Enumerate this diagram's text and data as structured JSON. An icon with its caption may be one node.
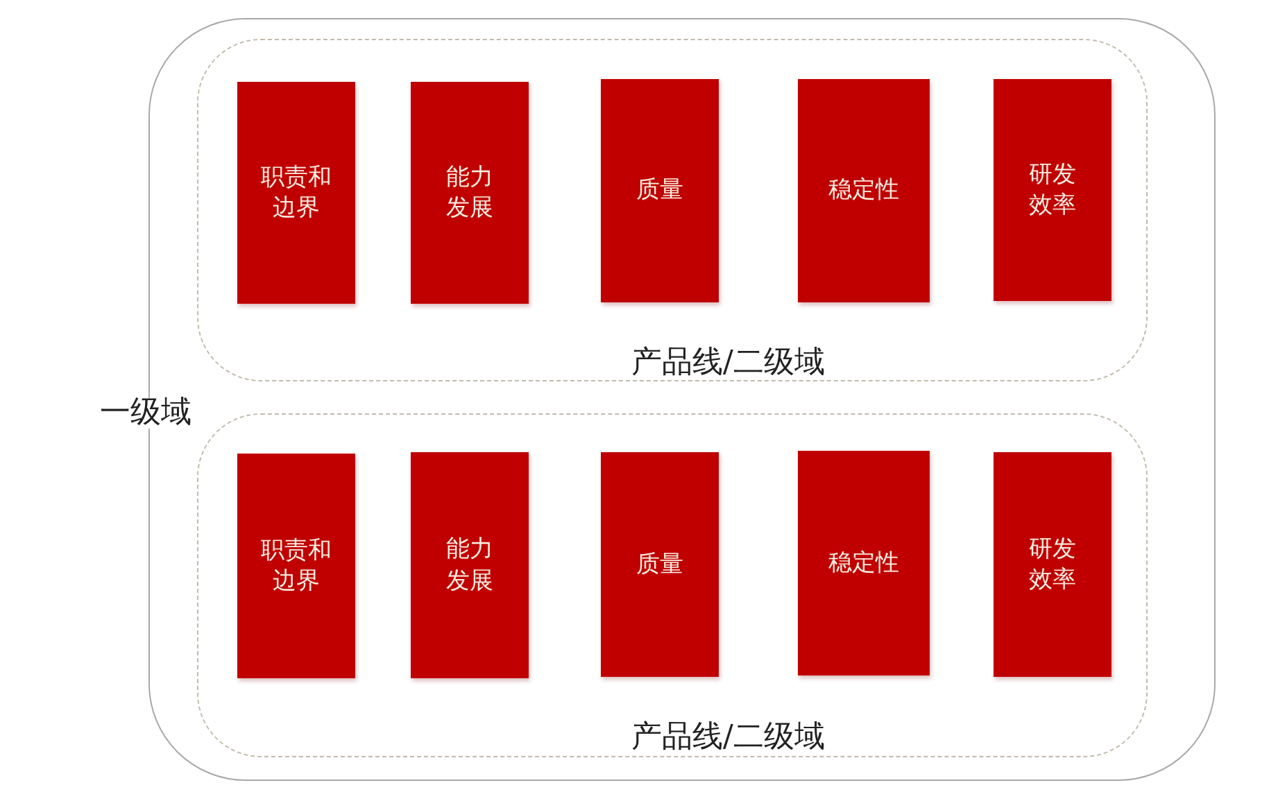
{
  "diagram": {
    "nodes": [
      {
        "text": [
          "一级域"
        ]
      },
      {
        "text": [
          "产品线/二级域"
        ],
        "in": 0
      },
      {
        "text": [
          "职责和边界"
        ],
        "in": 1
      },
      {
        "text": [
          "能力发展"
        ],
        "in": 1
      },
      {
        "text": [
          "质量"
        ],
        "in": 1
      },
      {
        "text": [
          "稳定性"
        ],
        "in": 1
      },
      {
        "text": [
          "研发效率"
        ],
        "in": 1
      },
      {
        "text": [
          "产品线/二级域"
        ],
        "in": 0
      },
      {
        "text": [
          "职责和边界"
        ],
        "in": 7
      },
      {
        "text": [
          "能力发展"
        ],
        "in": 7
      },
      {
        "text": [
          "质量"
        ],
        "in": 7
      },
      {
        "text": [
          "稳定性"
        ],
        "in": 7
      },
      {
        "text": [
          "研发效率"
        ],
        "in": 7
      }
    ]
  }
}
